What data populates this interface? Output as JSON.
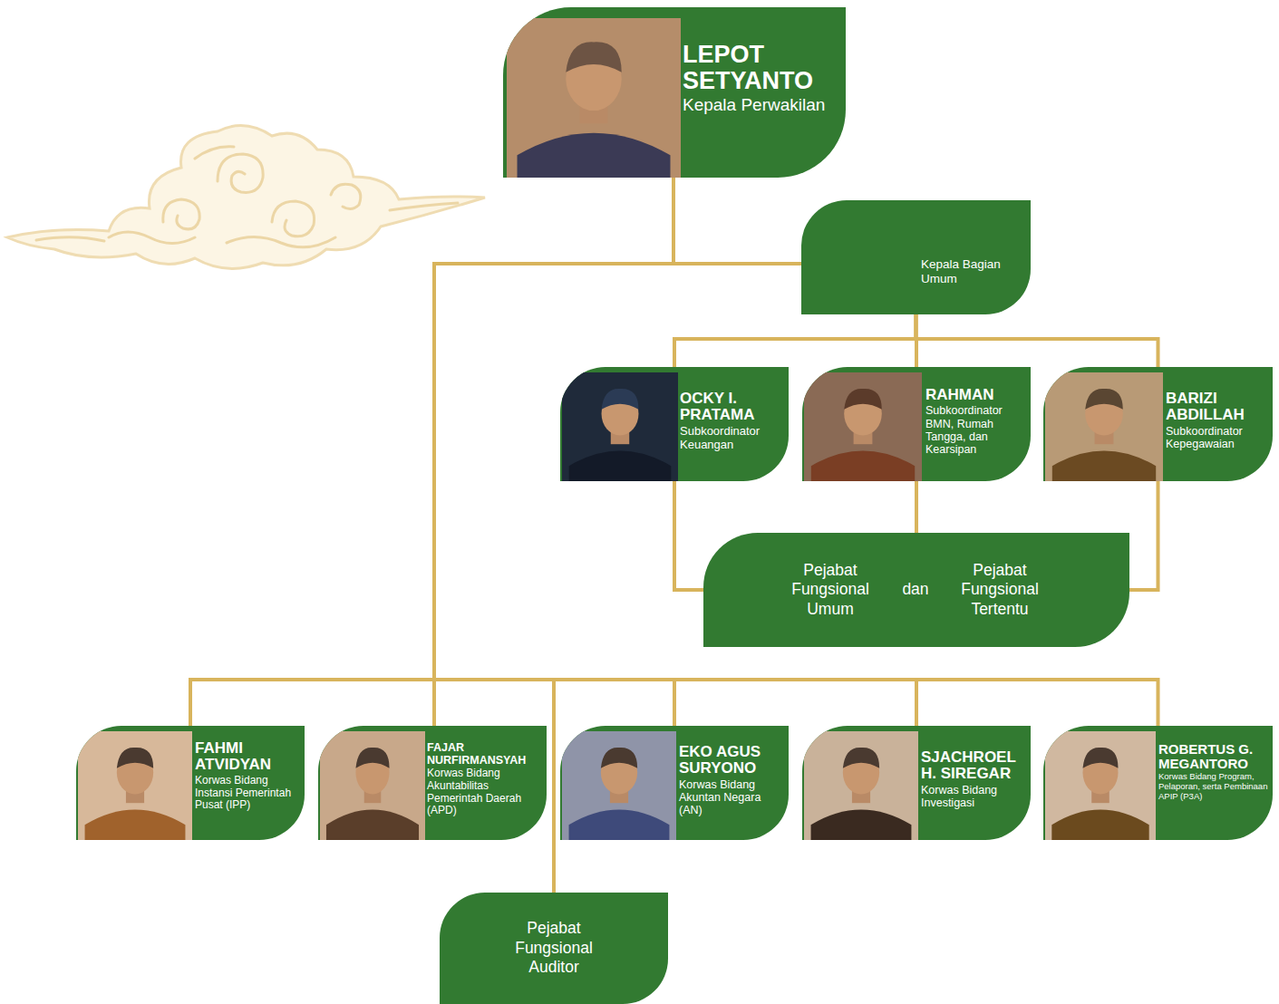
{
  "diagram": {
    "nodes": [
      {
        "text": [
          "LEPOT SETYANTO",
          "Kepala Perwakilan"
        ]
      },
      {
        "text": [
          "Kepala Bagian Umum"
        ]
      },
      {
        "text": [
          "OCKY I. PRATAMA",
          "Subkoordinator Keuangan"
        ]
      },
      {
        "text": [
          "RAHMAN",
          "Subkoordinator BMN, Rumah Tangga, dan Kearsipan"
        ]
      },
      {
        "text": [
          "BARIZI ABDILLAH",
          "Subkoordinator Kepegawaian"
        ]
      },
      {
        "text": [
          "Pejabat Fungsional Umum",
          "dan",
          "Pejabat Fungsional Tertentu"
        ]
      },
      {
        "text": [
          "FAHMI ATVIDYAN",
          "Korwas Bidang Instansi Pemerintah Pusat (IPP)"
        ]
      },
      {
        "text": [
          "FAJAR NURFIRMANSYAH",
          "Korwas Bidang Akuntabilitas Pemerintah Daerah (APD)"
        ]
      },
      {
        "text": [
          "EKO AGUS SURYONO",
          "Korwas Bidang Akuntan Negara (AN)"
        ]
      },
      {
        "text": [
          "SJACHROEL H. SIREGAR",
          "Korwas Bidang Investigasi"
        ]
      },
      {
        "text": [
          "ROBERTUS G. MEGANTORO",
          "Korwas Bidang Program, Pelaporan, serta Pembinaan APIP (P3A)"
        ]
      },
      {
        "text": [
          "Pejabat Fungsional Auditor"
        ]
      }
    ],
    "edges": [
      {
        "from": 0,
        "to": 1,
        "arrow": "none"
      },
      {
        "from": 0,
        "to": 6,
        "arrow": "none"
      },
      {
        "from": 0,
        "to": 7,
        "arrow": "none"
      },
      {
        "from": 0,
        "to": 8,
        "arrow": "none"
      },
      {
        "from": 0,
        "to": 9,
        "arrow": "none"
      },
      {
        "from": 0,
        "to": 10,
        "arrow": "none"
      },
      {
        "from": 0,
        "to": 11,
        "arrow": "none"
      },
      {
        "from": 1,
        "to": 2,
        "arrow": "none"
      },
      {
        "from": 1,
        "to": 3,
        "arrow": "none"
      },
      {
        "from": 1,
        "to": 4,
        "arrow": "none"
      },
      {
        "from": 2,
        "to": 5,
        "arrow": "none"
      },
      {
        "from": 3,
        "to": 5,
        "arrow": "none"
      },
      {
        "from": 4,
        "to": 5,
        "arrow": "none"
      }
    ]
  }
}
